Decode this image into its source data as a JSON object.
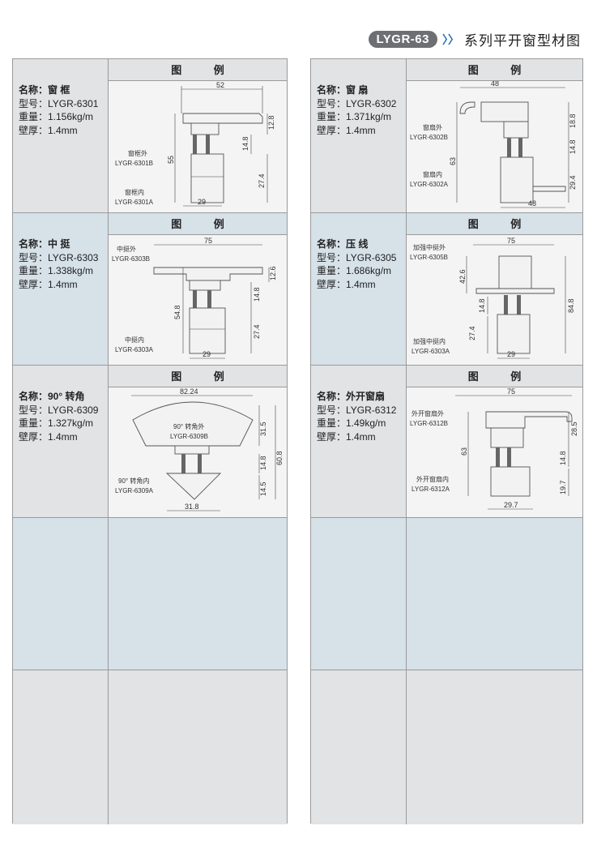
{
  "header": {
    "series_code": "LYGR-63",
    "series_title": "系列平开窗型材图"
  },
  "legend_label": "图  例",
  "products": [
    {
      "name": "名称：窗 框",
      "model": "型号：LYGR-6301",
      "weight": "重量：1.156kg/m",
      "thickness": "壁厚：1.4mm",
      "parts": [
        "窗框外",
        "LYGR-6301B",
        "窗框内",
        "LYGR-6301A"
      ],
      "dims": [
        "52",
        "12.8",
        "55",
        "14.8",
        "27.4",
        "29"
      ]
    },
    {
      "name": "名称：窗 扇",
      "model": "型号：LYGR-6302",
      "weight": "重量：1.371kg/m",
      "thickness": "壁厚：1.4mm",
      "parts": [
        "窗扇外",
        "LYGR-6302B",
        "窗扇内",
        "LYGR-6302A"
      ],
      "dims": [
        "48",
        "18.8",
        "63",
        "14.8",
        "29.4",
        "48"
      ]
    },
    {
      "name": "名称：中 挺",
      "model": "型号：LYGR-6303",
      "weight": "重量：1.338kg/m",
      "thickness": "壁厚：1.4mm",
      "parts": [
        "中挺外",
        "LYGR-6303B",
        "中挺内",
        "LYGR-6303A"
      ],
      "dims": [
        "75",
        "12.6",
        "54.8",
        "14.8",
        "27.4",
        "29"
      ]
    },
    {
      "name": "名称：压 线",
      "model": "型号：LYGR-6305",
      "weight": "重量：1.686kg/m",
      "thickness": "壁厚：1.4mm",
      "parts": [
        "加强中挺外",
        "LYGR-6305B",
        "加强中挺内",
        "LYGR-6303A"
      ],
      "dims": [
        "75",
        "42.6",
        "84.8",
        "14.8",
        "27.4",
        "29"
      ]
    },
    {
      "name": "名称：90° 转角",
      "model": "型号：LYGR-6309",
      "weight": "重量：1.327kg/m",
      "thickness": "壁厚：1.4mm",
      "parts": [
        "90° 转角外",
        "LYGR-6309B",
        "90° 转角内",
        "LYGR-6309A"
      ],
      "dims": [
        "82.24",
        "31.5",
        "60.8",
        "14.8",
        "14.5",
        "31.8"
      ]
    },
    {
      "name": "名称：外开窗扇",
      "model": "型号：LYGR-6312",
      "weight": "重量：1.49kg/m",
      "thickness": "壁厚：1.4mm",
      "parts": [
        "外开窗扇外",
        "LYGR-6312B",
        "外开窗扇内",
        "LYGR-6312A"
      ],
      "dims": [
        "75",
        "28.5",
        "63",
        "14.8",
        "19.7",
        "29.7"
      ]
    }
  ]
}
